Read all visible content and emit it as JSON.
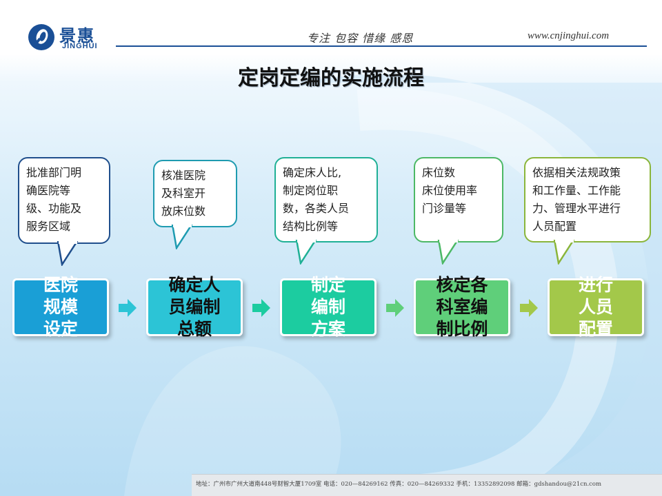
{
  "header": {
    "logo_cn": "景惠",
    "logo_en": "JINGHUI",
    "slogan": "专注  包容  惜缘  感恩",
    "website": "www.cnjinghui.com"
  },
  "title": "定岗定编的实施流程",
  "steps": [
    {
      "box_lines": [
        "医院",
        "规模",
        "设定"
      ],
      "bubble_lines": [
        "批准部门明",
        "确医院等",
        "级、功能及",
        "服务区域"
      ],
      "color": "#1a9fd6",
      "bubble_border": "#1f4e8c"
    },
    {
      "box_lines": [
        "确定人",
        "员编制",
        "总额"
      ],
      "bubble_lines": [
        "核准医院",
        "及科室开",
        "放床位数"
      ],
      "color": "#2cc4d6",
      "bubble_border": "#1e9bb0"
    },
    {
      "box_lines": [
        "制定",
        "编制",
        "方案"
      ],
      "bubble_lines": [
        "确定床人比,",
        "制定岗位职",
        "数，各类人员",
        "结构比例等"
      ],
      "color": "#1ccca0",
      "bubble_border": "#1fb095"
    },
    {
      "box_lines": [
        "核定各",
        "科室编",
        "制比例"
      ],
      "bubble_lines": [
        "床位数",
        "床位使用率",
        "门诊量等"
      ],
      "color": "#5fcf7a",
      "bubble_border": "#4cb865"
    },
    {
      "box_lines": [
        "进行",
        "人员",
        "配置"
      ],
      "bubble_lines": [
        "依据相关法规政策",
        "和工作量、工作能",
        "力、管理水平进行",
        "人员配置"
      ],
      "color": "#a3c84a",
      "bubble_border": "#8ab53a"
    }
  ],
  "footer": "地址：广州市广州大道南448号财智大厦1709室    电话：020—84269162    传真：020—84269332    手机：13352892098        邮箱：gdshandou@21cn.com"
}
